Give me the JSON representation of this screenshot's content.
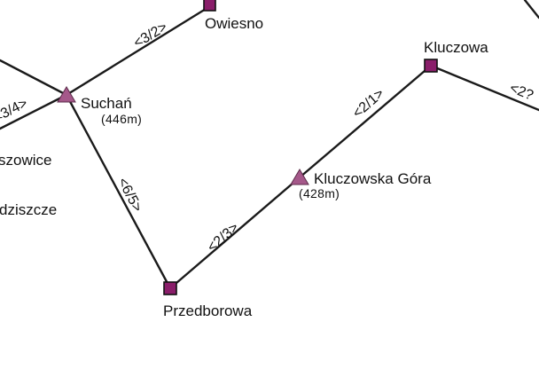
{
  "colors": {
    "background": "#ffffff",
    "trail": "#1a1a1a",
    "junction_fill": "#8a1e6a",
    "peak_fill": "#a5588a",
    "label": "#111111"
  },
  "legend_icons": {
    "junction": "square-junction-icon",
    "peak": "triangle-peak-icon"
  },
  "places": {
    "owiesno": "Owiesno",
    "suchan": "Suchań",
    "suchan_elev": "(446m)",
    "kluczowa": "Kluczowa",
    "kluczowska_gora": "Kluczowska Góra",
    "kluczowska_gora_elev": "(428m)",
    "przedborowa": "Przedborowa",
    "partial_1": "szowice",
    "partial_2": "dziszcze"
  },
  "segments": {
    "owiesno_suchan": "<3/2>",
    "suchan_west": "<3/4>",
    "suchan_przedborowa": "<6/5>",
    "przedborowa_kluczowska": "<2/3>",
    "kluczowska_kluczowa": "<2/1>",
    "kluczowa_east": "<2?"
  }
}
